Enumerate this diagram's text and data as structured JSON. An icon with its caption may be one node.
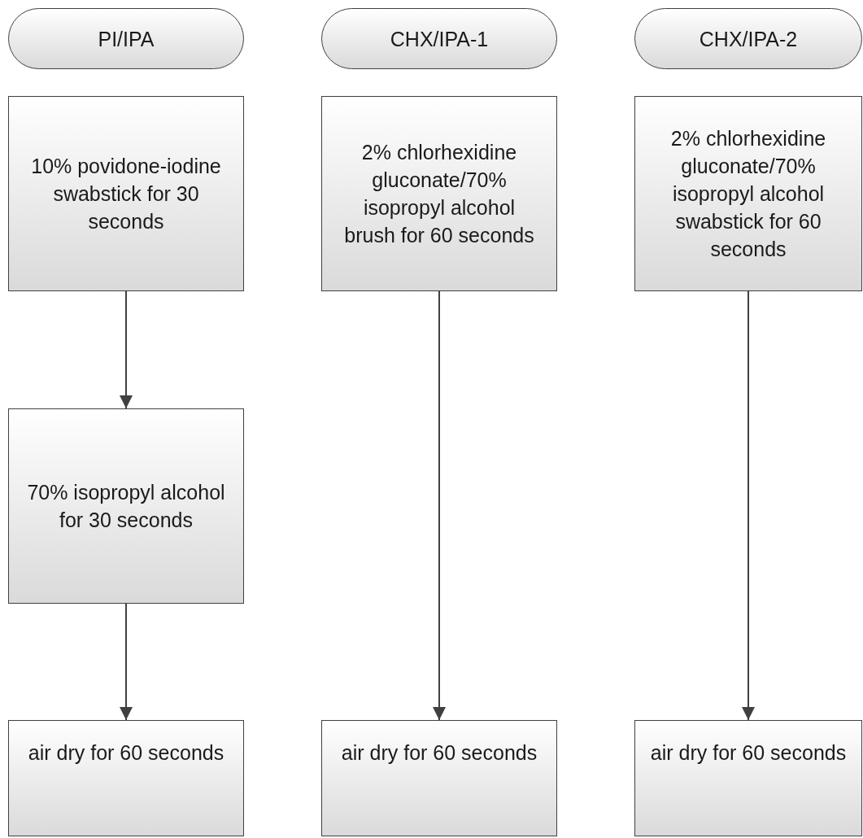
{
  "diagram": {
    "nodes": [
      {
        "text": [
          "PI/IPA"
        ]
      },
      {
        "text": [
          "CHX/IPA-1"
        ]
      },
      {
        "text": [
          "CHX/IPA-2"
        ]
      },
      {
        "text": [
          "10% povidone-iodine swabstick for 30 seconds"
        ]
      },
      {
        "text": [
          "2% chlorhexidine gluconate/70% isopropyl alcohol brush for 60 seconds"
        ]
      },
      {
        "text": [
          "2% chlorhexidine gluconate/70% isopropyl alcohol swabstick for 60 seconds"
        ]
      },
      {
        "text": [
          "70% isopropyl alcohol for 30 seconds"
        ]
      },
      {
        "text": [
          "air dry for 60 seconds"
        ]
      },
      {
        "text": [
          "air dry for 60 seconds"
        ]
      },
      {
        "text": [
          "air dry for 60 seconds"
        ]
      }
    ],
    "edges": [
      {
        "from": 3,
        "to": 6,
        "arrow": "to"
      },
      {
        "from": 6,
        "to": 7,
        "arrow": "to"
      },
      {
        "from": 4,
        "to": 8,
        "arrow": "to"
      },
      {
        "from": 5,
        "to": 9,
        "arrow": "to"
      }
    ]
  }
}
